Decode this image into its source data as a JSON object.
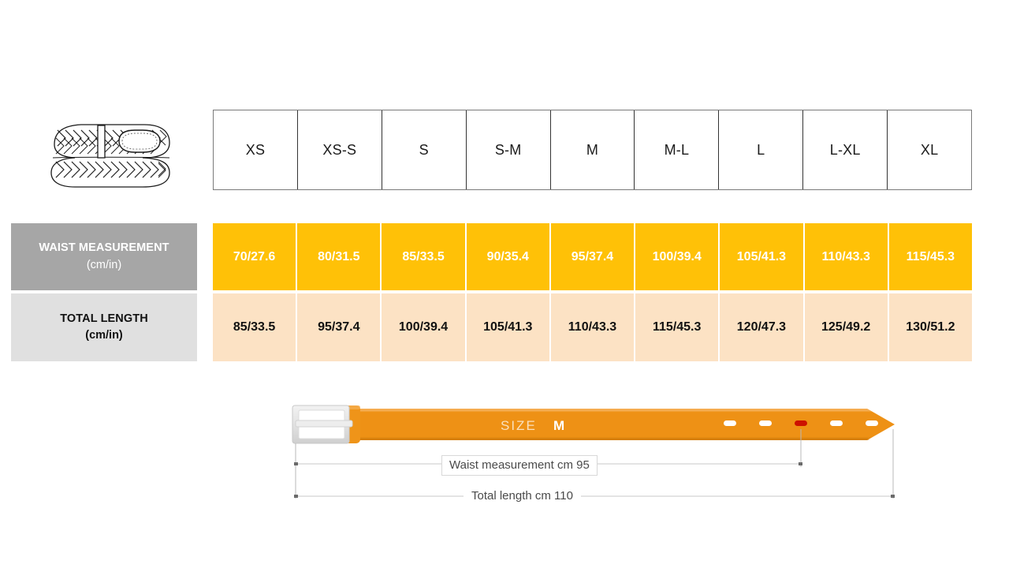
{
  "product": {
    "icon_name": "braided-belt-illustration"
  },
  "table": {
    "size_headers": [
      "XS",
      "XS-S",
      "S",
      "S-M",
      "M",
      "M-L",
      "L",
      "L-XL",
      "XL"
    ],
    "rows": [
      {
        "label_main": "WAIST MEASUREMENT",
        "label_sub": "(cm/in)",
        "values": [
          "70/27.6",
          "80/31.5",
          "85/33.5",
          "90/35.4",
          "95/37.4",
          "100/39.4",
          "105/41.3",
          "110/43.3",
          "115/45.3"
        ]
      },
      {
        "label_main": "TOTAL LENGTH",
        "label_sub": "(cm/in)",
        "values": [
          "85/33.5",
          "95/37.4",
          "100/39.4",
          "105/41.3",
          "110/43.3",
          "115/45.3",
          "120/47.3",
          "125/49.2",
          "130/51.2"
        ]
      }
    ]
  },
  "diagram": {
    "size_caption": "SIZE",
    "size_value": "M",
    "waist_dimension_label": "Waist measurement cm 95",
    "total_dimension_label": "Total length cm 110",
    "holes_total": 5,
    "highlighted_hole_index": 3
  },
  "colors": {
    "waist_row_bg": "#FFC107",
    "total_row_bg": "#FCE2C4",
    "waist_label_bg": "#A6A6A6",
    "total_label_bg": "#E0E0E0",
    "belt_orange": "#EE9115",
    "buckle_gray": "#E3E3E3",
    "highlight_hole": "#CC1100"
  }
}
